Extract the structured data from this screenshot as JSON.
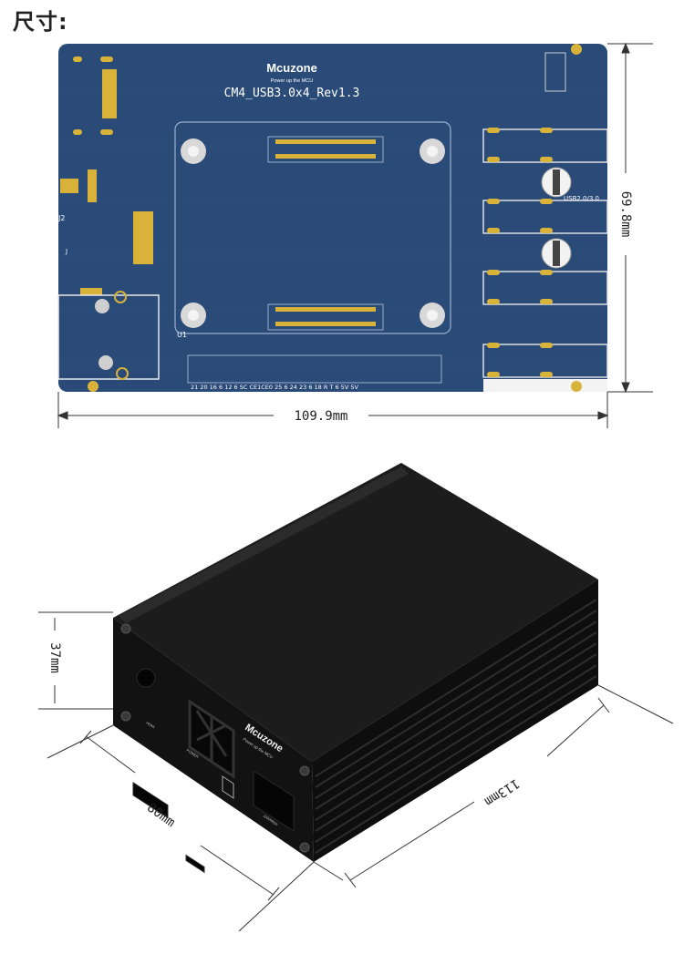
{
  "header": {
    "title": "尺寸:"
  },
  "pcb": {
    "brand": "Mcuzone",
    "tagline": "Power up the MCU",
    "model": "CM4_USB3.0x4_Rev1.3",
    "label_u1": "U1",
    "label_j2": "J2",
    "label_j": "J",
    "label_usb": "USB2.0/3.0",
    "pin_labels": "21 20 16 6 12 6 SC CE1CE0 25 6 24 23 6 18 R T 6 5V 5V",
    "board_color": "#2a4a78",
    "pad_color": "#d9b23a"
  },
  "dimensions": {
    "pcb_width": "109.9mm",
    "pcb_height": "69.8mm",
    "case_height": "37mm",
    "case_depth": "80mm",
    "case_length": "113mm"
  },
  "case": {
    "brand": "Mcuzone",
    "tagline": "Power up the MCU",
    "power_label": "POWER",
    "hdmi_label": "HDMI",
    "eth_label": "1000Mbps",
    "body_color": "#141414"
  }
}
